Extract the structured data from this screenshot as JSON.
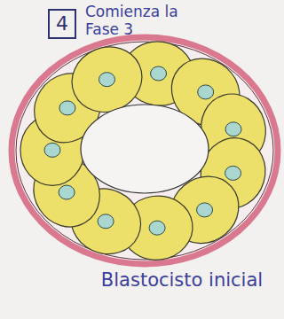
{
  "diagram": {
    "title": "Comienza la Fase 3",
    "caption": "Blastocisto inicial",
    "nodes": [
      {
        "text": [
          "4"
        ]
      }
    ]
  }
}
